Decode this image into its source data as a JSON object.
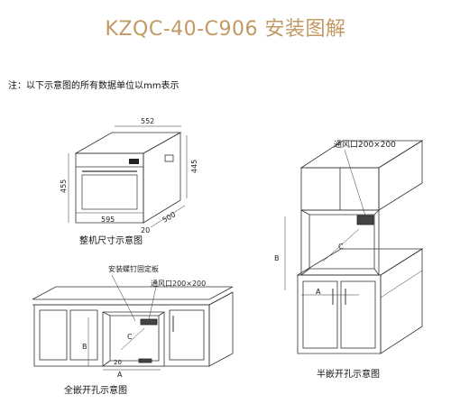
{
  "title": "KZQC-40-C906 安装图解",
  "note": "注：以下示意图的所有数据单位以mm表示",
  "figures": {
    "product": {
      "caption": "整机尺寸示意图",
      "dims": {
        "width_top": "552",
        "height_right": "445",
        "height_left": "455",
        "width_bottom": "595",
        "depth": "500",
        "front": "20"
      }
    },
    "semi_embedded": {
      "caption": "半嵌开孔示意图",
      "vent_label": "通风口200×200",
      "dim_a": "A",
      "dim_b": "B",
      "dim_c": "C"
    },
    "full_embedded": {
      "caption": "全嵌开孔示意图",
      "bracket_label": "安装螺钉固定板",
      "vent_label": "通风口200×200",
      "dim_a": "A",
      "dim_b": "B",
      "dim_c": "C",
      "dim_20": "20"
    }
  }
}
